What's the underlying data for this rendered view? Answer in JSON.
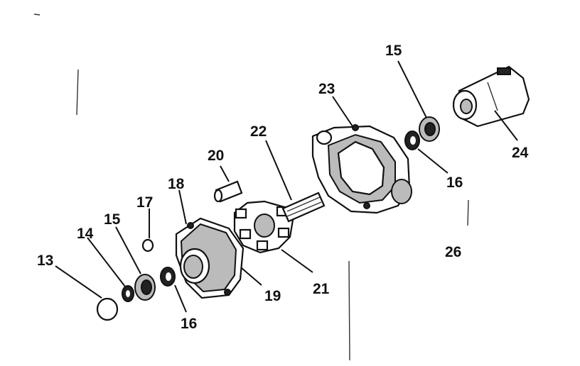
{
  "callouts": {
    "n13": "13",
    "n14": "14",
    "n15_left": "15",
    "n15_right": "15",
    "n16_left": "16",
    "n16_right": "16",
    "n17": "17",
    "n18": "18",
    "n19": "19",
    "n20": "20",
    "n21": "21",
    "n22": "22",
    "n23": "23",
    "n24": "24",
    "n26": "26"
  }
}
